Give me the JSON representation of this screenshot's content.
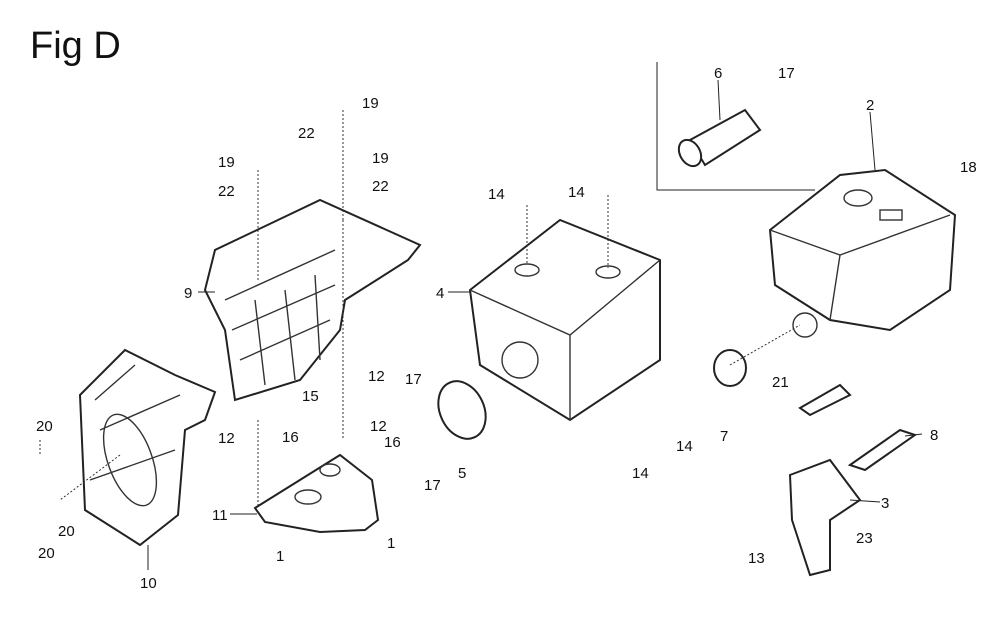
{
  "title": "Fig D",
  "callouts": [
    "19",
    "22",
    "19",
    "22",
    "19",
    "22",
    "9",
    "14",
    "14",
    "6",
    "17",
    "2",
    "18",
    "4",
    "12",
    "15",
    "12",
    "16",
    "16",
    "12",
    "17",
    "17",
    "5",
    "14",
    "14",
    "7",
    "21",
    "8",
    "3",
    "13",
    "23",
    "20",
    "20",
    "20",
    "10",
    "11",
    "1",
    "1"
  ]
}
